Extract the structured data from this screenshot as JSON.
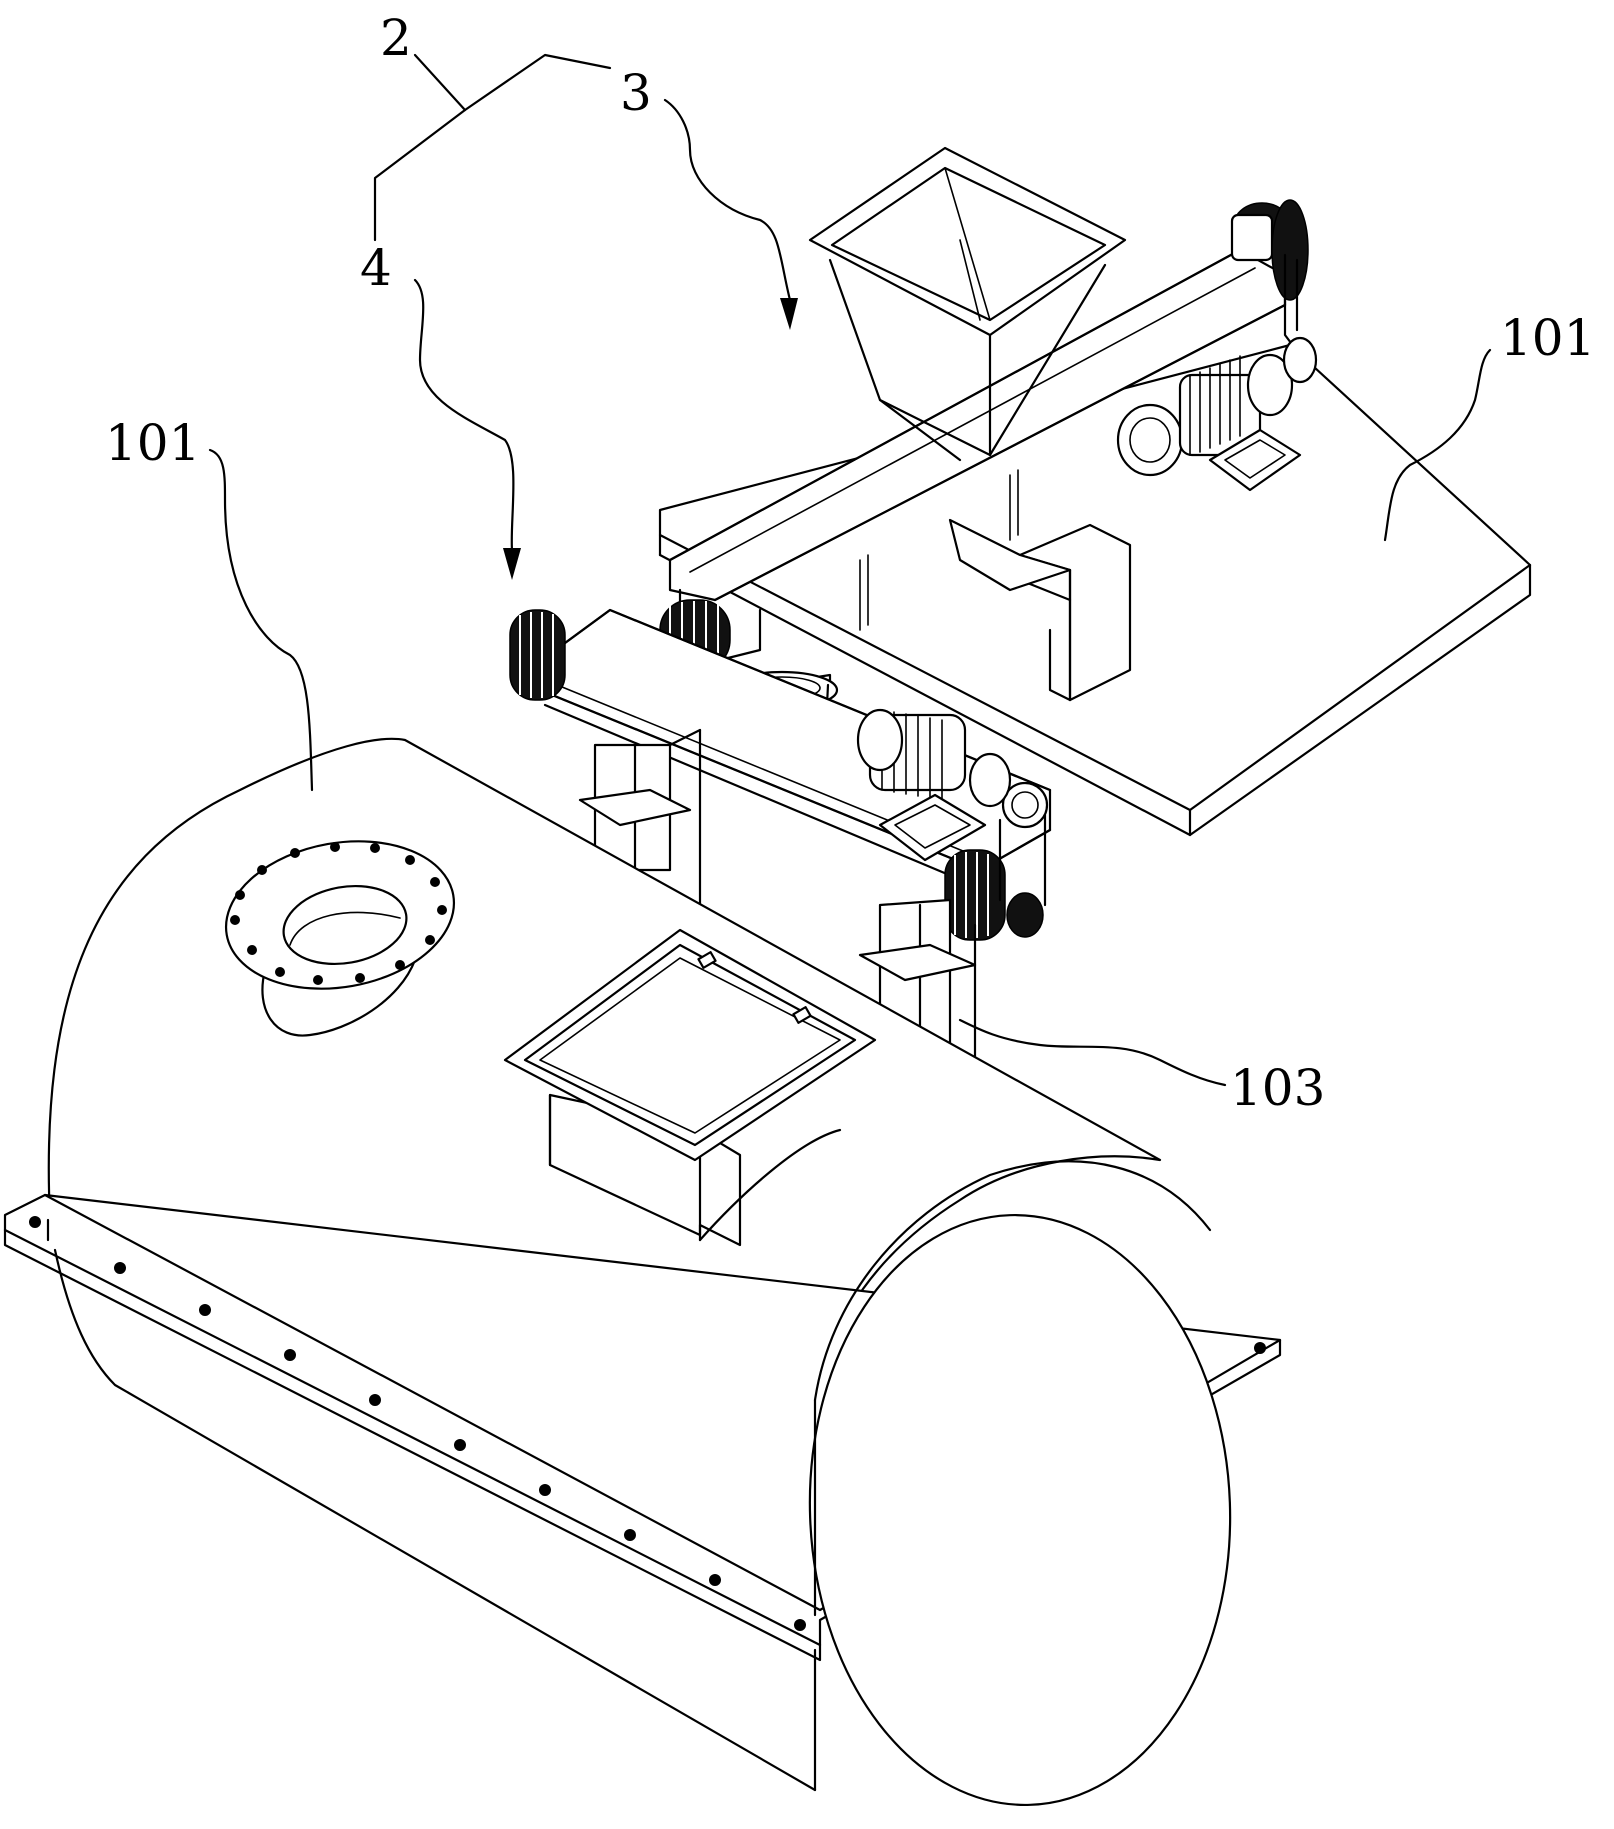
{
  "figure": {
    "callouts": [
      {
        "id": "group",
        "label": "2"
      },
      {
        "id": "upper-conveyor",
        "label": "3"
      },
      {
        "id": "lower-conveyor",
        "label": "4"
      },
      {
        "id": "platform",
        "label": "101"
      },
      {
        "id": "tank",
        "label": "101"
      },
      {
        "id": "support",
        "label": "103"
      }
    ]
  }
}
